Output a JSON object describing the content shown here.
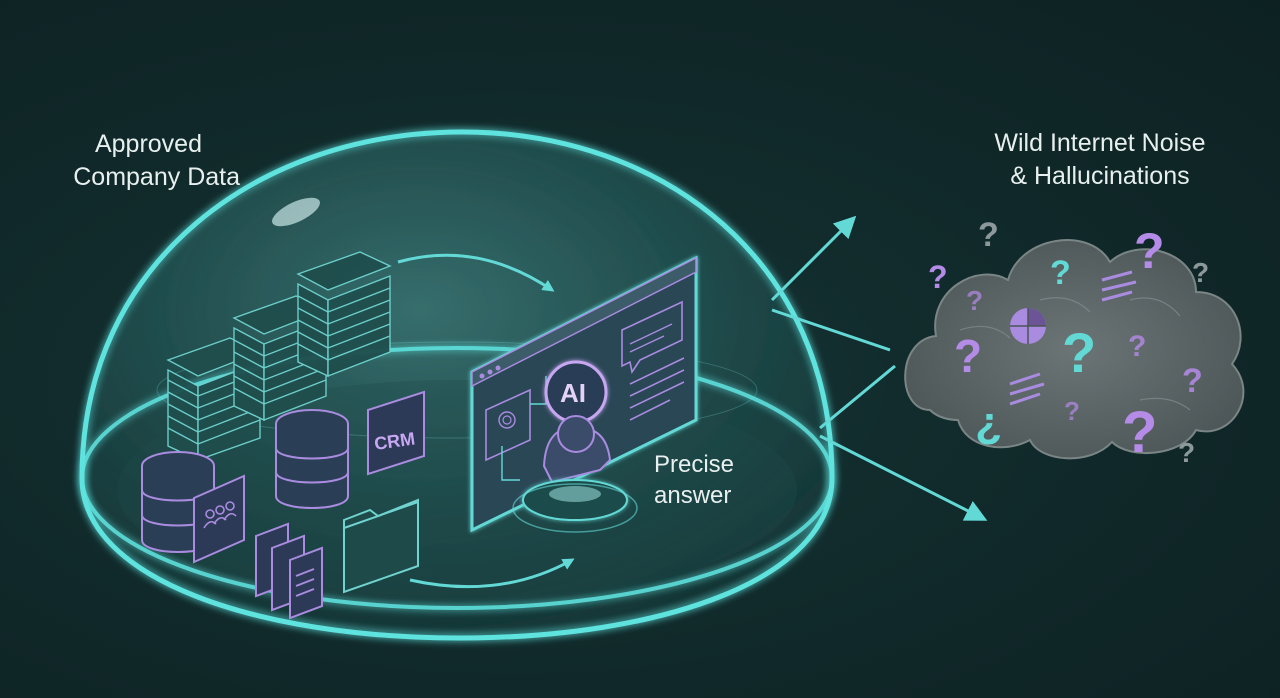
{
  "labels": {
    "approved_line1": "Approved",
    "approved_line2": "Company Data",
    "wild_line1": "Wild Internet Noise",
    "wild_line2": "& Hallucinations",
    "precise_line1": "Precise",
    "precise_line2": "answer"
  },
  "icons": {
    "center": "AI",
    "crm": "CRM",
    "question": "?"
  },
  "colors": {
    "background": "#112a2b",
    "dome_glow": "#5ee3df",
    "accent_purple": "#b58be8",
    "accent_cyan": "#63d9d6",
    "cloud": "#5a6566"
  }
}
